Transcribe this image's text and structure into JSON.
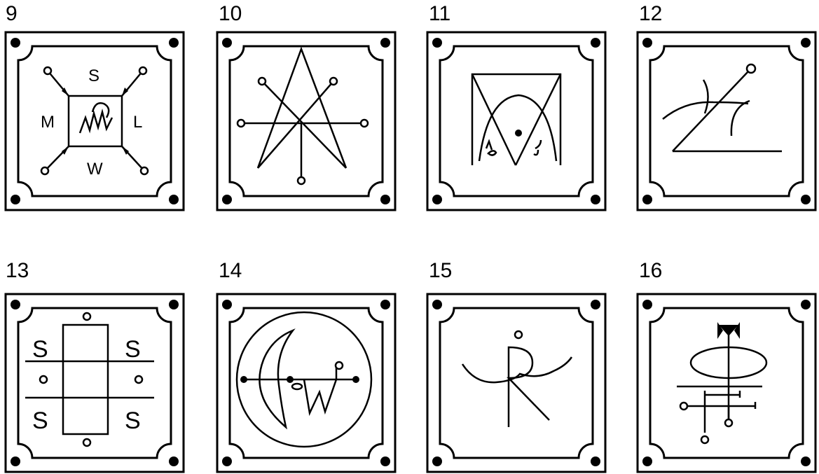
{
  "sigils": [
    {
      "number": "9",
      "labels": {
        "top": "S",
        "left": "M",
        "right": "L",
        "bottom": "W"
      }
    },
    {
      "number": "10"
    },
    {
      "number": "11"
    },
    {
      "number": "12"
    },
    {
      "number": "13",
      "labels": {
        "tl": "S",
        "tr": "S",
        "bl": "S",
        "br": "S"
      }
    },
    {
      "number": "14"
    },
    {
      "number": "15"
    },
    {
      "number": "16"
    }
  ]
}
